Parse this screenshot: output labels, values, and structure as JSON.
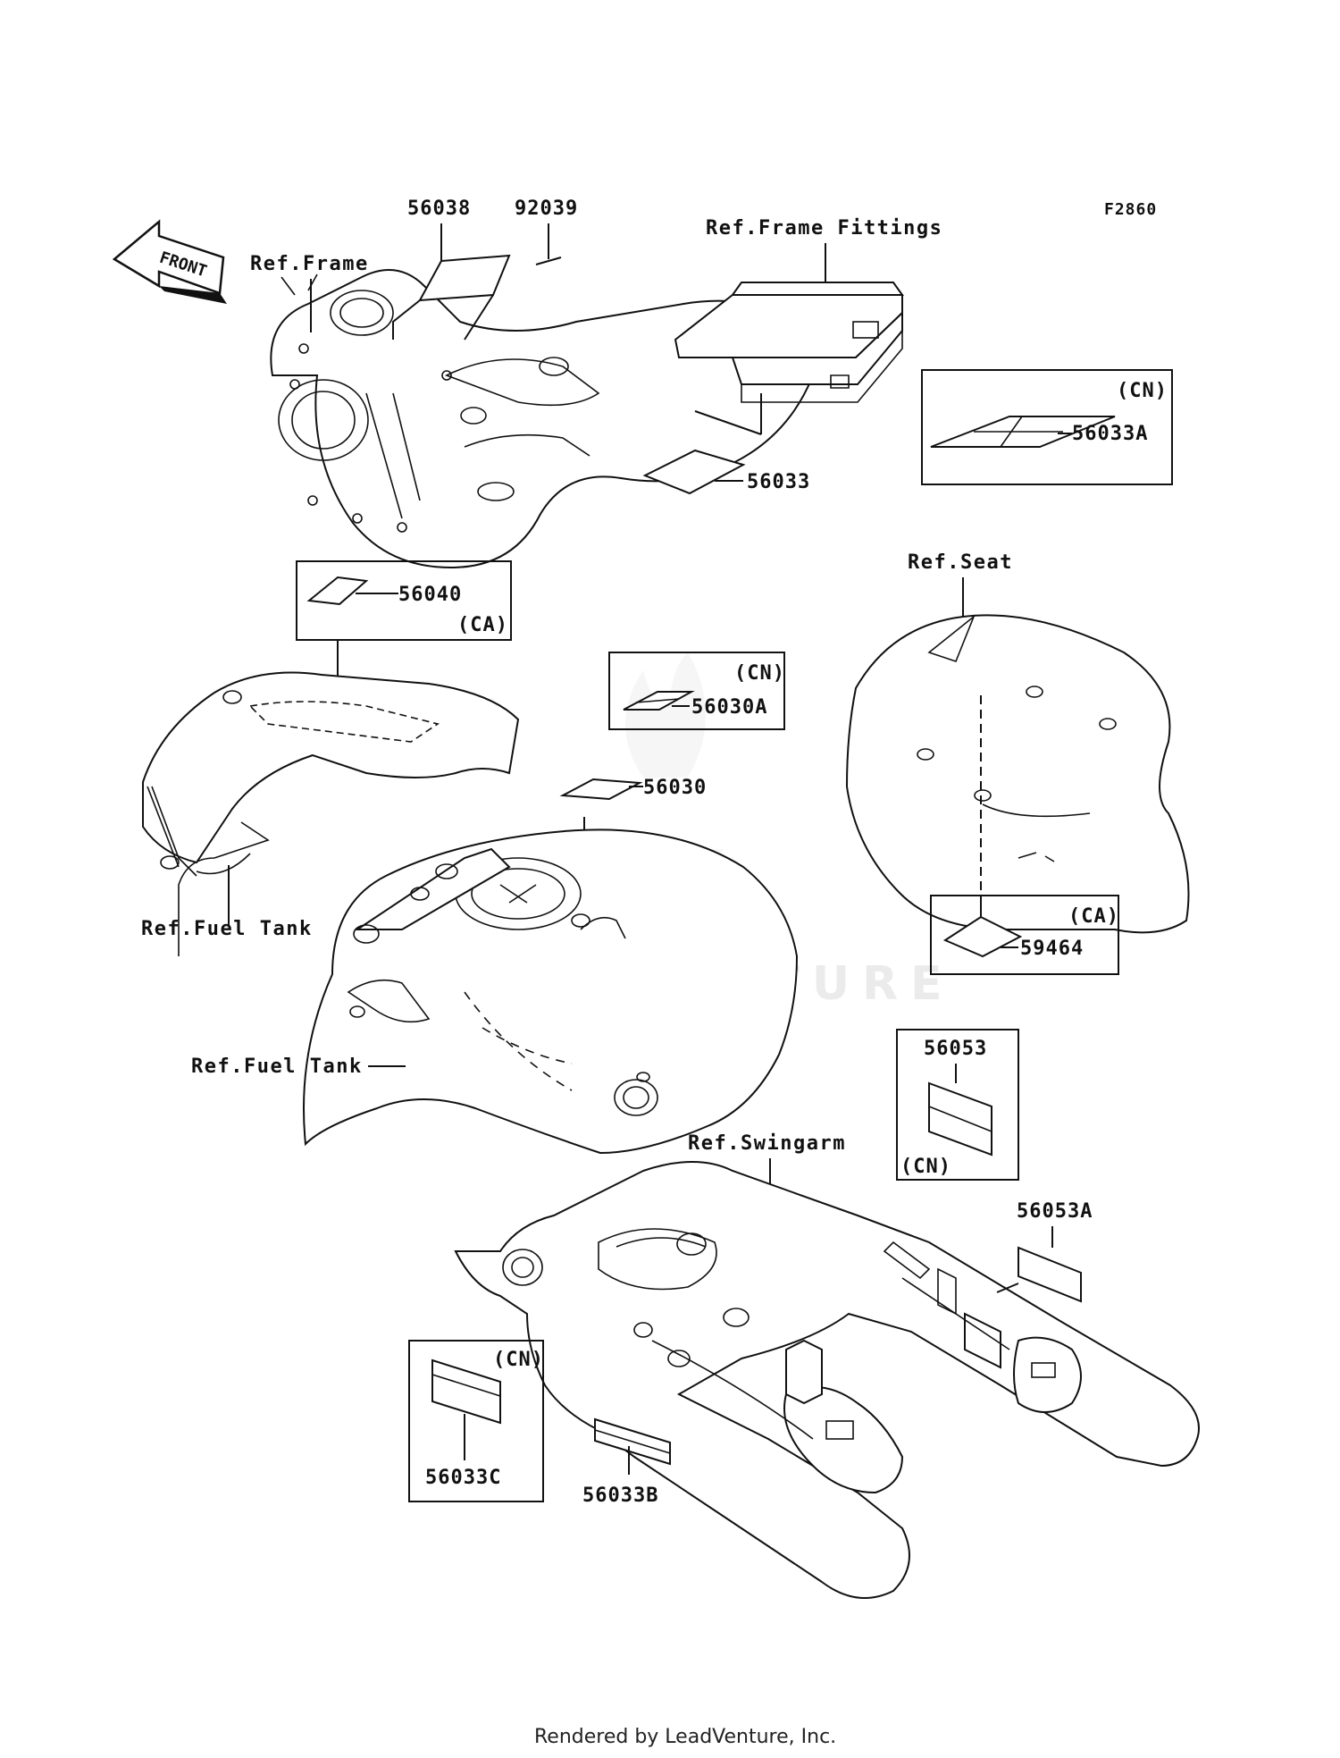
{
  "diagram_code": "F2860",
  "front_label": "FRONT",
  "watermark": "LEADVENTURE",
  "footer": "Rendered by LeadVenture, Inc.",
  "refs": {
    "frame": "Ref.Frame",
    "frame_fittings": "Ref.Frame Fittings",
    "seat": "Ref.Seat",
    "fuel_tank_left": "Ref.Fuel Tank",
    "fuel_tank_center": "Ref.Fuel Tank",
    "swingarm": "Ref.Swingarm"
  },
  "parts": {
    "p56038": "56038",
    "p92039": "92039",
    "p56033": "56033",
    "p56033A": "56033A",
    "p56040": "56040",
    "p56030A": "56030A",
    "p56030": "56030",
    "p59464": "59464",
    "p56053": "56053",
    "p56053A": "56053A",
    "p56033C": "56033C",
    "p56033B": "56033B"
  },
  "region_tags": {
    "cn_56033A": "(CN)",
    "ca_56040": "(CA)",
    "cn_56030A": "(CN)",
    "ca_59464": "(CA)",
    "cn_56053": "(CN)",
    "cn_56033C": "(CN)"
  }
}
